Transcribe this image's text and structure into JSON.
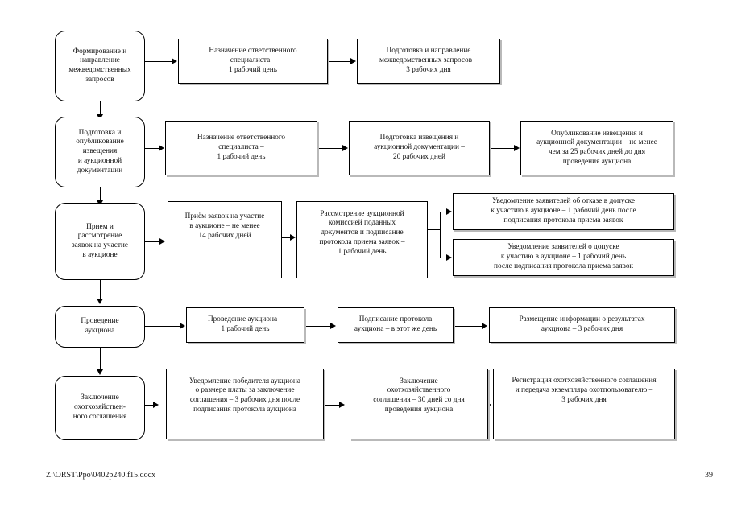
{
  "document": {
    "footer_path": "Z:\\ORST\\Рро\\0402р240.f15.docx",
    "page_number": "39"
  },
  "diagram": {
    "type": "flowchart",
    "orientation": "left-to-right rows, top-to-bottom stages",
    "colors": {
      "box_border": "#000000",
      "box_fill": "#ffffff",
      "connector": "#000000",
      "shadow": "#b9b9b9",
      "text": "#111111"
    },
    "rows": [
      {
        "id": "row-1",
        "stage": "Формирование и\nнаправление\nмежведомственных\nзапросов",
        "steps": [
          "Назначение ответственного\nспециалиста –\n1 рабочий день",
          "Подготовка и направление\nмежведомственных запросов –\n3 рабочих дня"
        ]
      },
      {
        "id": "row-2",
        "stage": "Подготовка и\nопубликование\nизвещения\nи аукционной\nдокументации",
        "steps": [
          "Назначение ответственного\nспециалиста –\n1 рабочий день",
          "Подготовка извещения и\nаукционной документации –\n20 рабочих дней",
          "Опубликование извещения и\nаукционной документации – не менее\nчем за 25 рабочих дней до дня\nпроведения аукциона"
        ]
      },
      {
        "id": "row-3",
        "stage": "Прием и\nрассмотрение\nзаявок на участие\nв аукционе",
        "steps": [
          "Приём заявок на участие\nв аукционе – не менее\n14 рабочих дней",
          "Рассмотрение аукционной\nкомиссией поданных\nдокументов и подписание\nпротокола приема заявок –\n1 рабочий день"
        ],
        "branches": [
          "Уведомление заявителей об отказе в допуске\nк участию в аукционе – 1 рабочий день после\nподписания протокола приема заявок",
          "Уведомление заявителей о допуске\nк участию в аукционе – 1 рабочий день\nпосле подписания протокола приема заявок"
        ]
      },
      {
        "id": "row-4",
        "stage": "Проведение\nаукциона",
        "steps": [
          "Проведение аукциона –\n1 рабочий день",
          "Подписание протокола\nаукциона – в этот же день",
          "Размещение информации о результатах\nаукциона – 3 рабочих дня"
        ]
      },
      {
        "id": "row-5",
        "stage": "Заключение\nохотхозяйствен-\nного соглашения",
        "steps": [
          "Уведомление победителя аукциона\nо размере платы за заключение\nсоглашения – 3 рабочих дня после\nподписания протокола аукциона",
          "Заключение\nохотхозяйственного\nсоглашения –  30 дней со дня\nпроведения аукциона",
          "Регистрация охотхозяйственного соглашения\nи передача  экземпляра охотпользователю –\n3 рабочих дня"
        ]
      }
    ]
  }
}
